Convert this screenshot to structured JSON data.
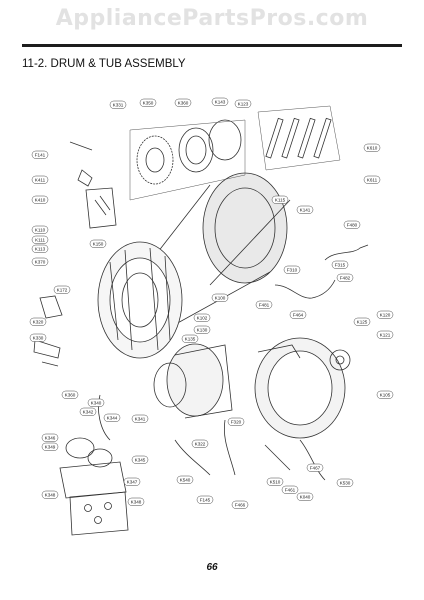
{
  "watermark": "AppliancePartsPros.com",
  "section_title": "11-2. DRUM & TUB ASSEMBLY",
  "page_number": "66",
  "part_labels": {
    "k331": "K331",
    "k350": "K350",
    "k360": "K360",
    "k143": "K143",
    "k123": "K123",
    "f141": "F141",
    "k411": "K411",
    "k410": "K410",
    "k110": "K110",
    "k111": "K111",
    "k113": "K113",
    "k150": "K150",
    "k370": "K370",
    "k172": "K172",
    "k320": "K320",
    "k330": "K330",
    "k610": "K610",
    "k611": "K611",
    "k115": "K115",
    "k141": "K141",
    "f480": "F480",
    "f310": "F310",
    "f315": "F315",
    "f482": "F482",
    "f481": "F481",
    "f464": "F464",
    "k125": "K125",
    "k120": "K120",
    "k121": "K121",
    "k100": "K100",
    "k102": "K102",
    "k130": "K130",
    "k135": "K135",
    "k105": "K105",
    "k360b": "K360",
    "k340": "K340",
    "k342": "K342",
    "k344": "K344",
    "k346": "K346",
    "k349": "K349",
    "k345": "K345",
    "k347": "K347",
    "k348": "K348",
    "k348b": "K348",
    "k341": "K341",
    "k322": "K322",
    "f145": "F145",
    "f466": "F466",
    "f320": "F320",
    "k510": "K510",
    "f467": "F467",
    "f461": "F461",
    "k040": "K040",
    "k540": "K540",
    "k530": "K530"
  }
}
